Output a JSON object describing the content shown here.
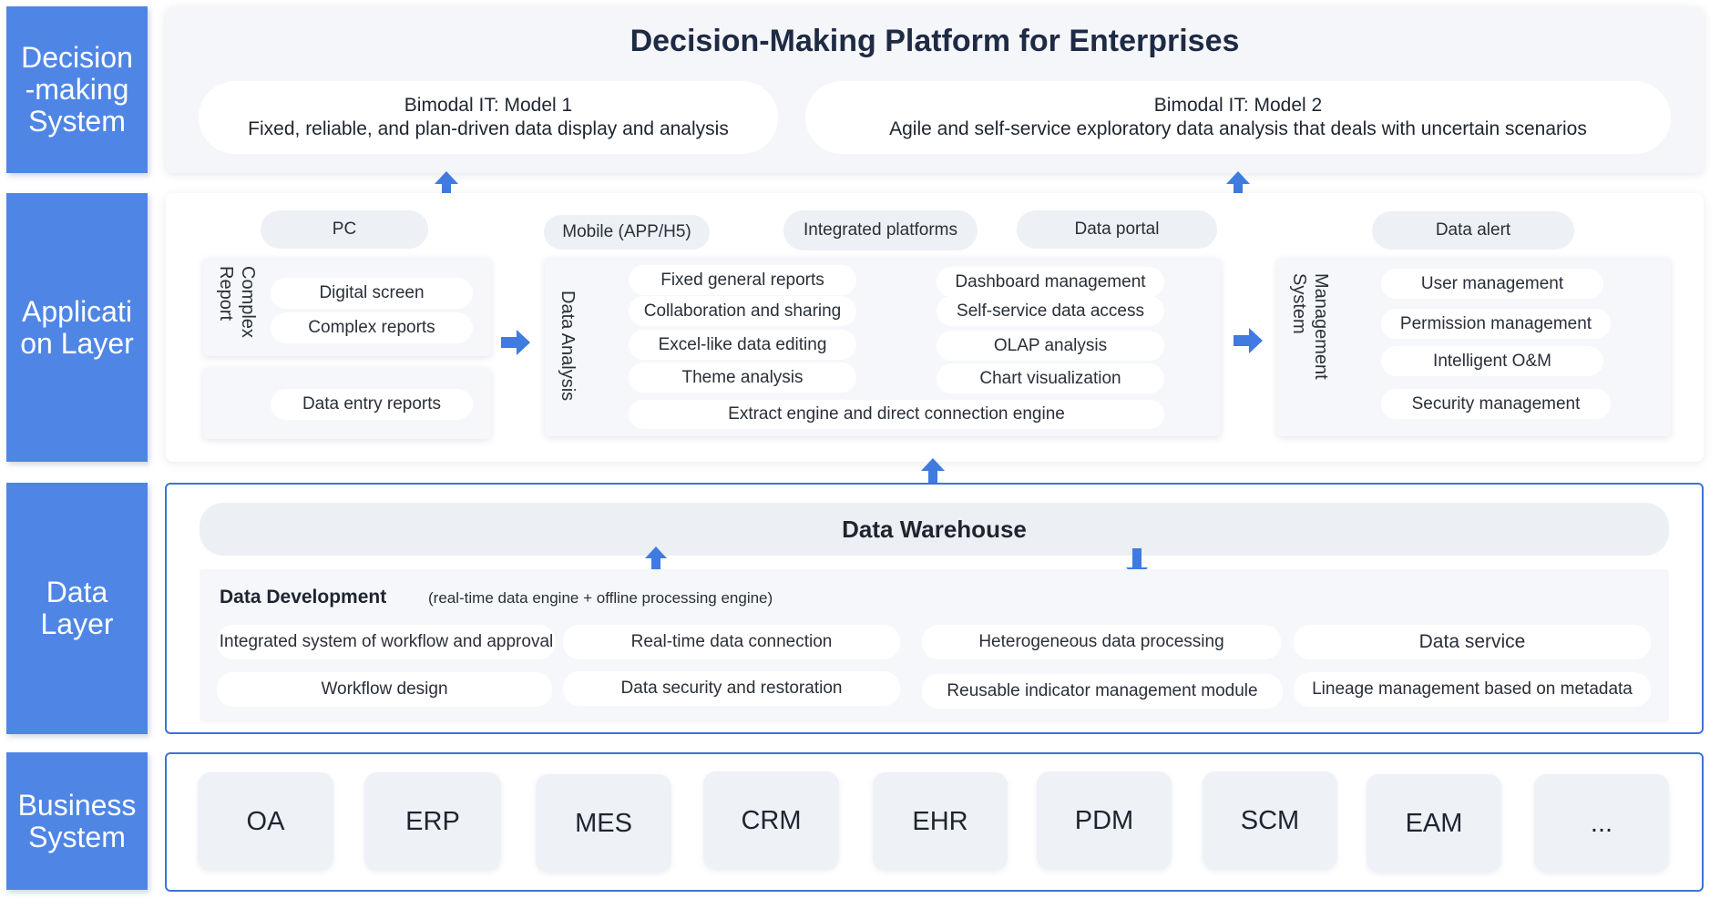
{
  "layers": {
    "decision": "Decision -making System",
    "application": "Applicati on Layer",
    "data": "Data Layer",
    "business": "Business System"
  },
  "decision": {
    "title": "Decision-Making Platform for Enterprises",
    "model1": {
      "title": "Bimodal IT: Model 1",
      "desc": "Fixed, reliable, and plan-driven data display and analysis"
    },
    "model2": {
      "title": "Bimodal IT: Model 2",
      "desc": "Agile and self-service exploratory data analysis that deals with uncertain scenarios"
    }
  },
  "application": {
    "tabs": {
      "pc": "PC",
      "mobile": "Mobile (APP/H5)",
      "integrated": "Integrated platforms",
      "portal": "Data portal",
      "alert": "Data alert"
    },
    "complex_report": {
      "label": "Complex Report",
      "items": [
        "Digital screen",
        "Complex reports"
      ],
      "entry": "Data entry reports"
    },
    "data_analysis": {
      "label": "Data Analysis",
      "left": [
        "Fixed general reports",
        "Collaboration and sharing",
        "Excel-like data editing",
        "Theme analysis"
      ],
      "right": [
        "Dashboard management",
        "Self-service data access",
        "OLAP analysis",
        "Chart visualization"
      ],
      "bottom": "Extract engine and direct connection engine"
    },
    "management": {
      "label": "Management System",
      "items": [
        "User management",
        "Permission management",
        "Intelligent O&M",
        "Security management"
      ]
    }
  },
  "data_layer": {
    "warehouse": "Data Warehouse",
    "dev_title": "Data Development",
    "dev_sub": "(real-time data engine + offline processing engine)",
    "items": {
      "workflow_approval": "Integrated system of workflow and approval",
      "realtime": "Real-time data connection",
      "hetero": "Heterogeneous data processing",
      "service": "Data service",
      "workflow_design": "Workflow design",
      "security": "Data security and restoration",
      "indicator": "Reusable indicator management module",
      "lineage": "Lineage management based on metadata"
    }
  },
  "business": {
    "systems": [
      "OA",
      "ERP",
      "MES",
      "CRM",
      "EHR",
      "PDM",
      "SCM",
      "EAM",
      "..."
    ]
  },
  "colors": {
    "accent": "#4f86e6",
    "arrow": "#3f7be0",
    "border": "#3f72d9"
  }
}
